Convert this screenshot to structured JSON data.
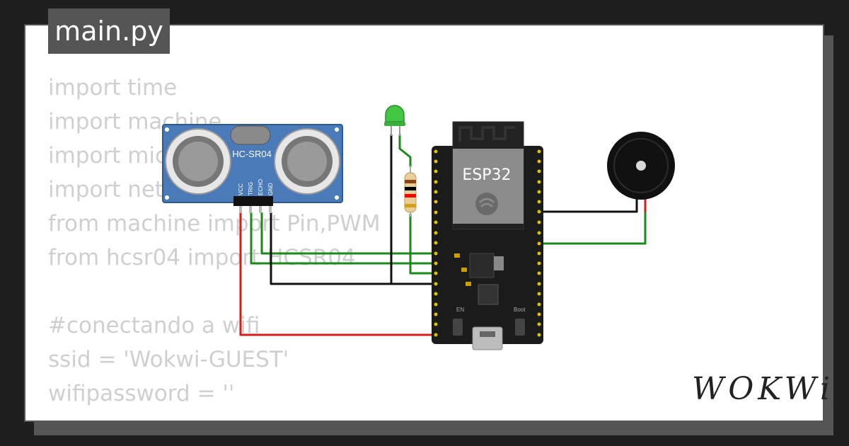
{
  "editor": {
    "tab_label": "main.py",
    "code_lines": [
      "import time",
      "import machine",
      "import mic",
      "import net",
      "from machine import Pin,PWM",
      "from hcsr04 import HCSR04",
      "",
      "#conectando a wifi",
      "ssid = 'Wokwi-GUEST'",
      "wifipassword = ''"
    ]
  },
  "components": {
    "sensor": {
      "name": "HC-SR04",
      "pins": [
        "VCC",
        "TRIG",
        "ECHO",
        "GND"
      ]
    },
    "board": {
      "name": "ESP32",
      "buttons": [
        "EN",
        "Boot"
      ]
    },
    "led": {
      "color": "#43c743"
    },
    "resistor": {
      "bands": [
        "#8b4513",
        "#000000",
        "#ff0000",
        "#d4a017"
      ]
    },
    "buzzer": {
      "color": "#111111"
    }
  },
  "wire_colors": {
    "green": "#1a8a1a",
    "black": "#111111",
    "red": "#d81b1b"
  },
  "brand": {
    "logo_text": "WOKWi"
  }
}
